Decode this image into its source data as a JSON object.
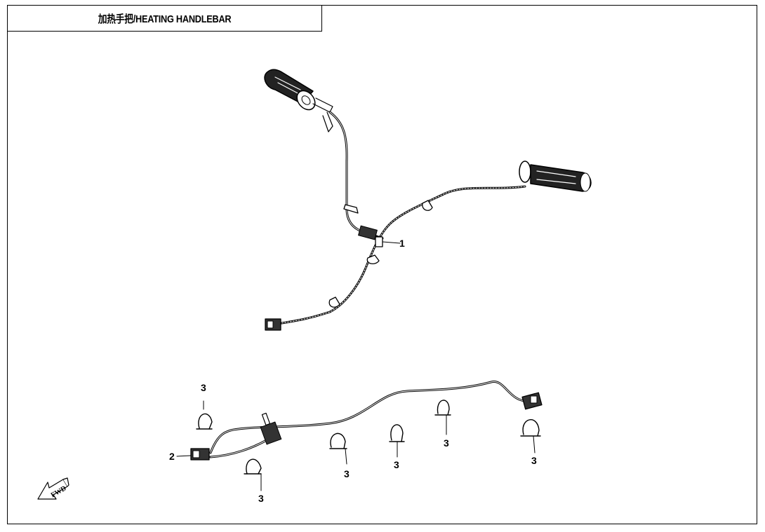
{
  "title": "加热手把/HEATING HANDLEBAR",
  "callouts": {
    "part1": "1",
    "part2": "2",
    "part3": "3"
  },
  "fwd_arrow": {
    "label": "FWD",
    "icon": "forward-direction-arrow-icon"
  }
}
